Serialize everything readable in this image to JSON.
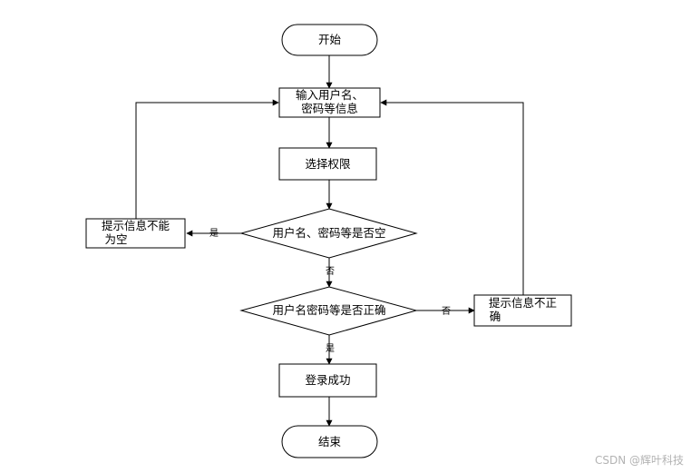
{
  "nodes": {
    "start": "开始",
    "input": [
      "输入用户名、",
      "密码等信息"
    ],
    "select_role": "选择权限",
    "check_empty": "用户名、密码等是否空",
    "empty_prompt": [
      "提示信息不能",
      "为空"
    ],
    "check_valid": "用户名密码等是否正确",
    "invalid_prompt": [
      "提示信息不正",
      "确"
    ],
    "login_success": "登录成功",
    "end": "结束"
  },
  "edges": {
    "empty_yes": "是",
    "empty_no": "否",
    "valid_no": "否",
    "valid_yes": "是"
  },
  "watermark": "CSDN @辉叶科技"
}
